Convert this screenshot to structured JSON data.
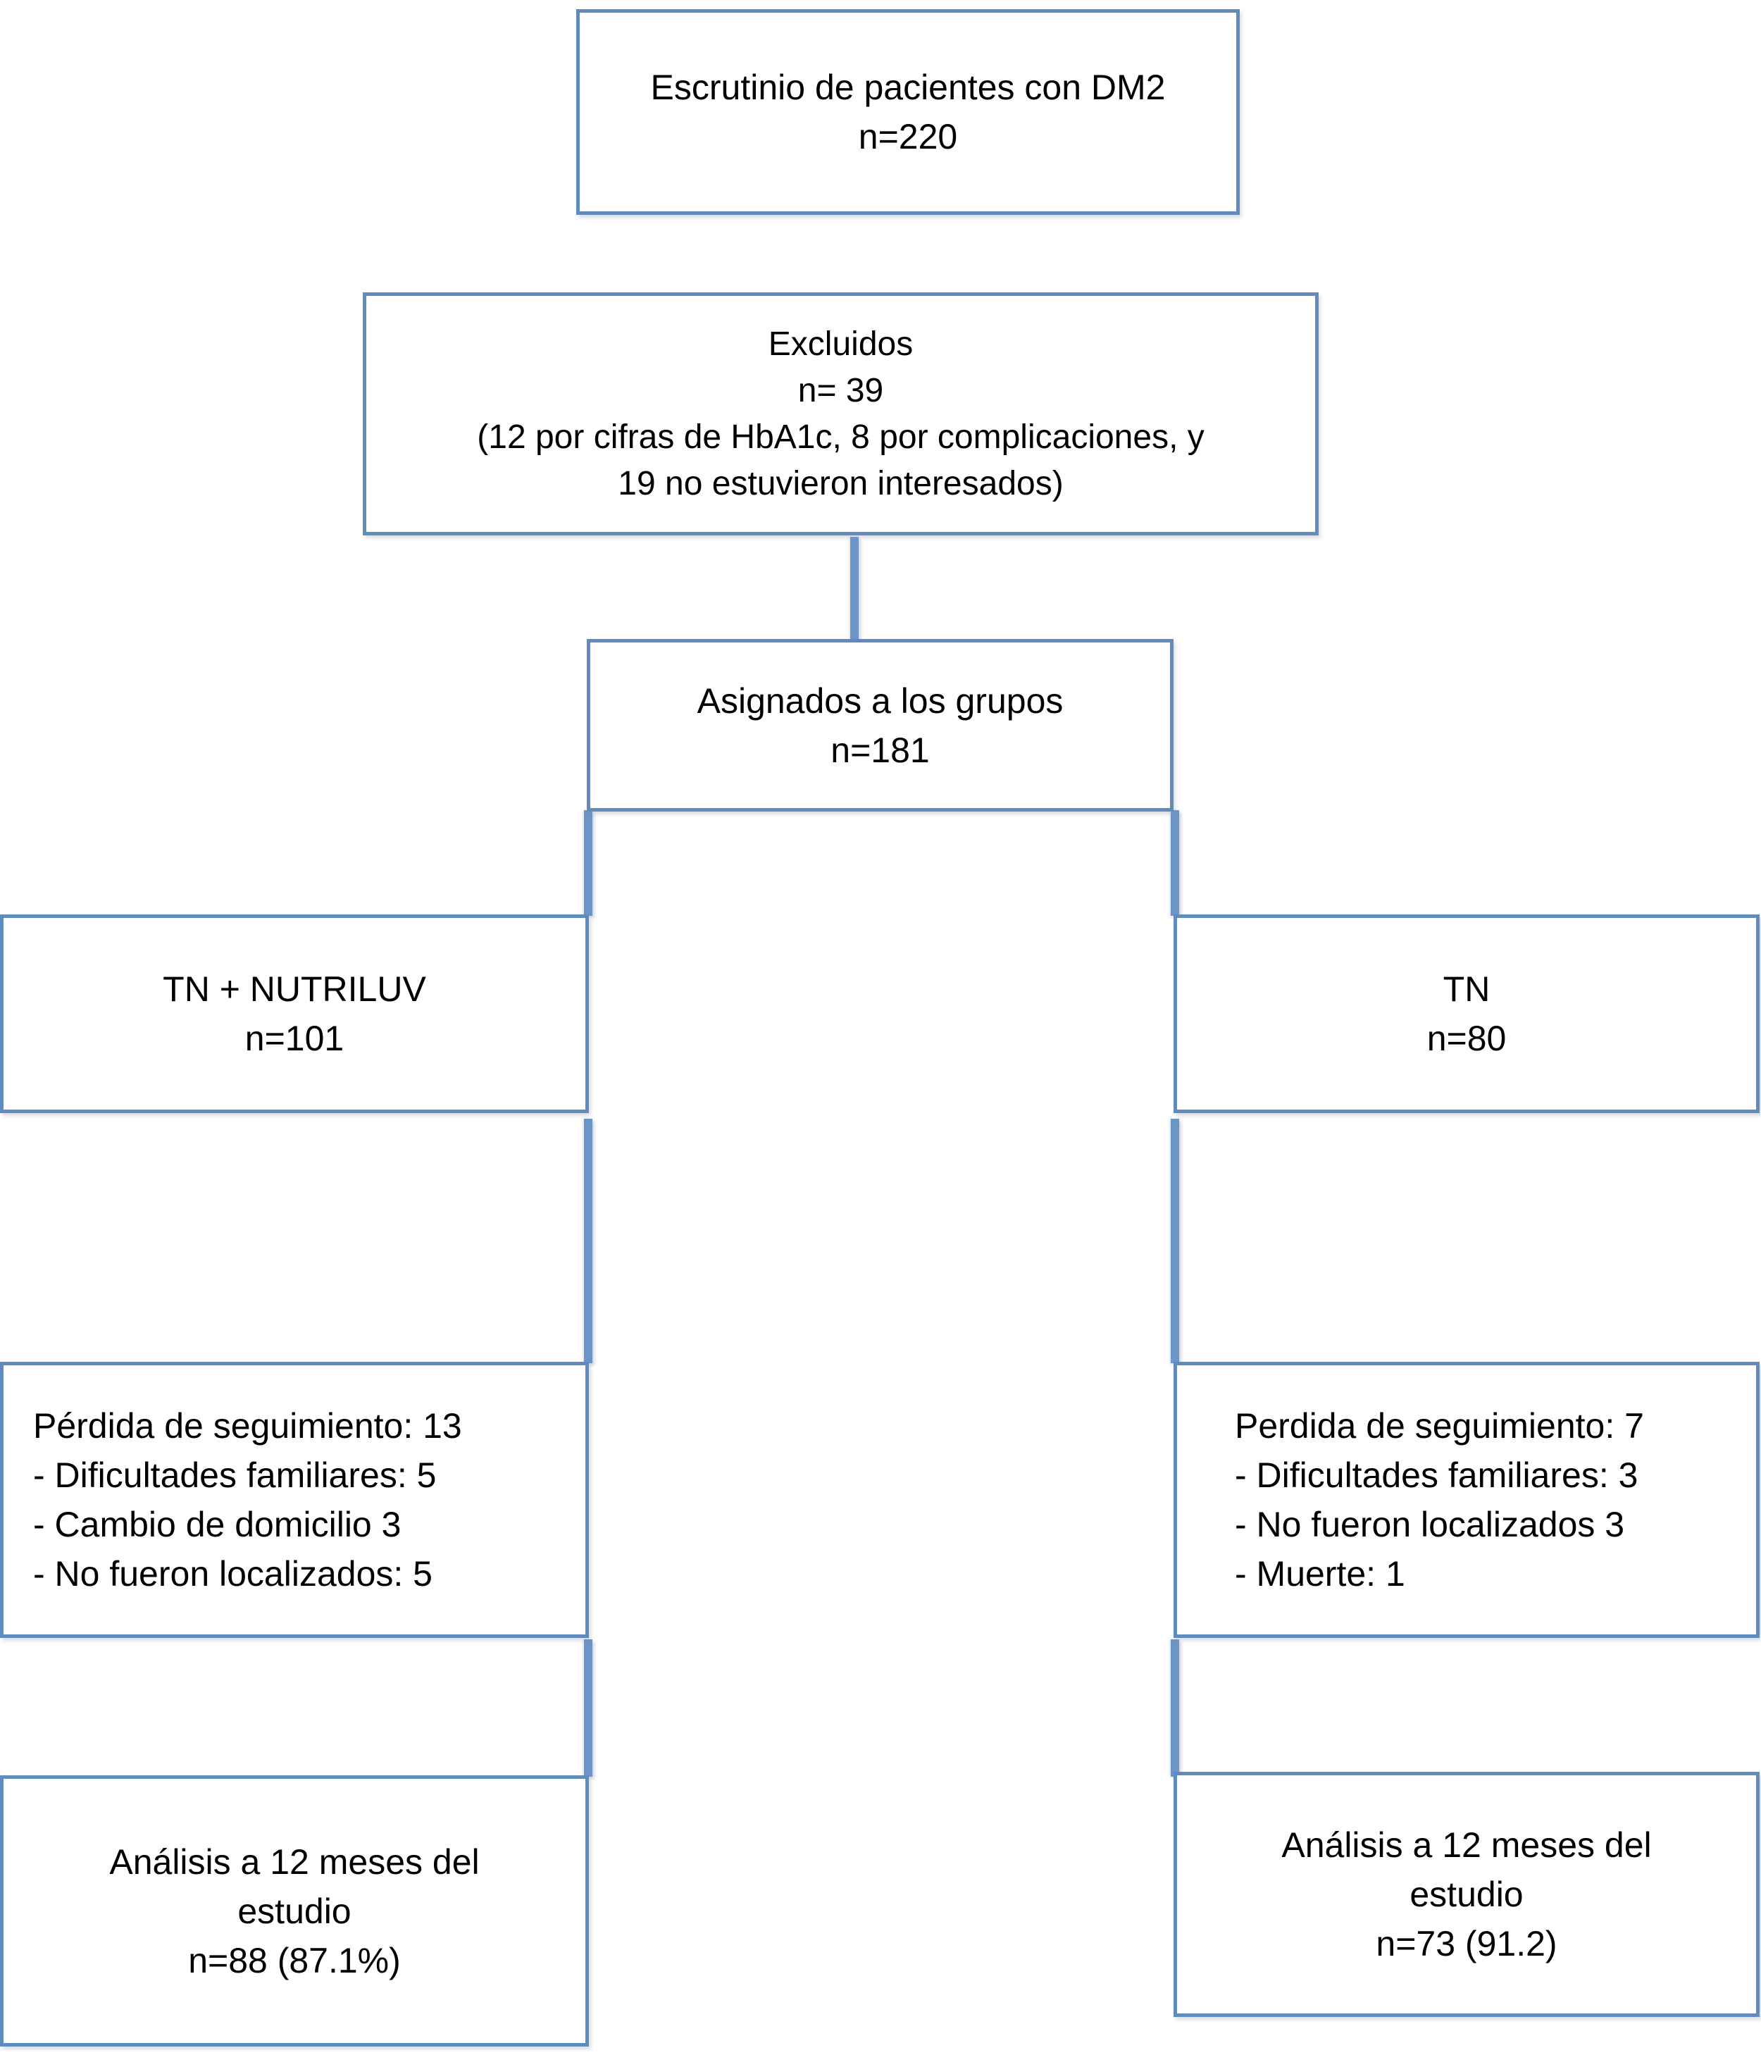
{
  "diagram": {
    "boxes": {
      "screening": {
        "lines": [
          "Escrutinio de pacientes con DM2",
          "n=220"
        ]
      },
      "excluded": {
        "lines": [
          "Excluidos",
          "n= 39",
          "(12 por cifras de HbA1c, 8 por complicaciones, y",
          "19 no estuvieron interesados)"
        ]
      },
      "assigned": {
        "lines": [
          "Asignados a los grupos",
          "n=181"
        ]
      },
      "group_tn_nutriluv": {
        "lines": [
          "TN + NUTRILUV",
          "n=101"
        ]
      },
      "group_tn": {
        "lines": [
          "TN",
          "n=80"
        ]
      },
      "loss_tn_nutriluv": {
        "lines": [
          "Pérdida de seguimiento: 13",
          "- Dificultades familiares: 5",
          "- Cambio de domicilio 3",
          "- No fueron localizados: 5"
        ]
      },
      "loss_tn": {
        "lines": [
          "Perdida de seguimiento: 7",
          "- Dificultades familiares: 3",
          "- No fueron localizados 3",
          "- Muerte: 1"
        ]
      },
      "analysis_tn_nutriluv": {
        "lines": [
          "Análisis a 12 meses del",
          "estudio",
          "n=88 (87.1%)"
        ]
      },
      "analysis_tn": {
        "lines": [
          "Análisis a 12 meses del",
          "estudio",
          "n=73 (91.2)"
        ]
      }
    },
    "colors": {
      "box_border": "#5f8cbd",
      "connector": "#6b94c9",
      "text": "#000000",
      "background": "#ffffff"
    }
  }
}
